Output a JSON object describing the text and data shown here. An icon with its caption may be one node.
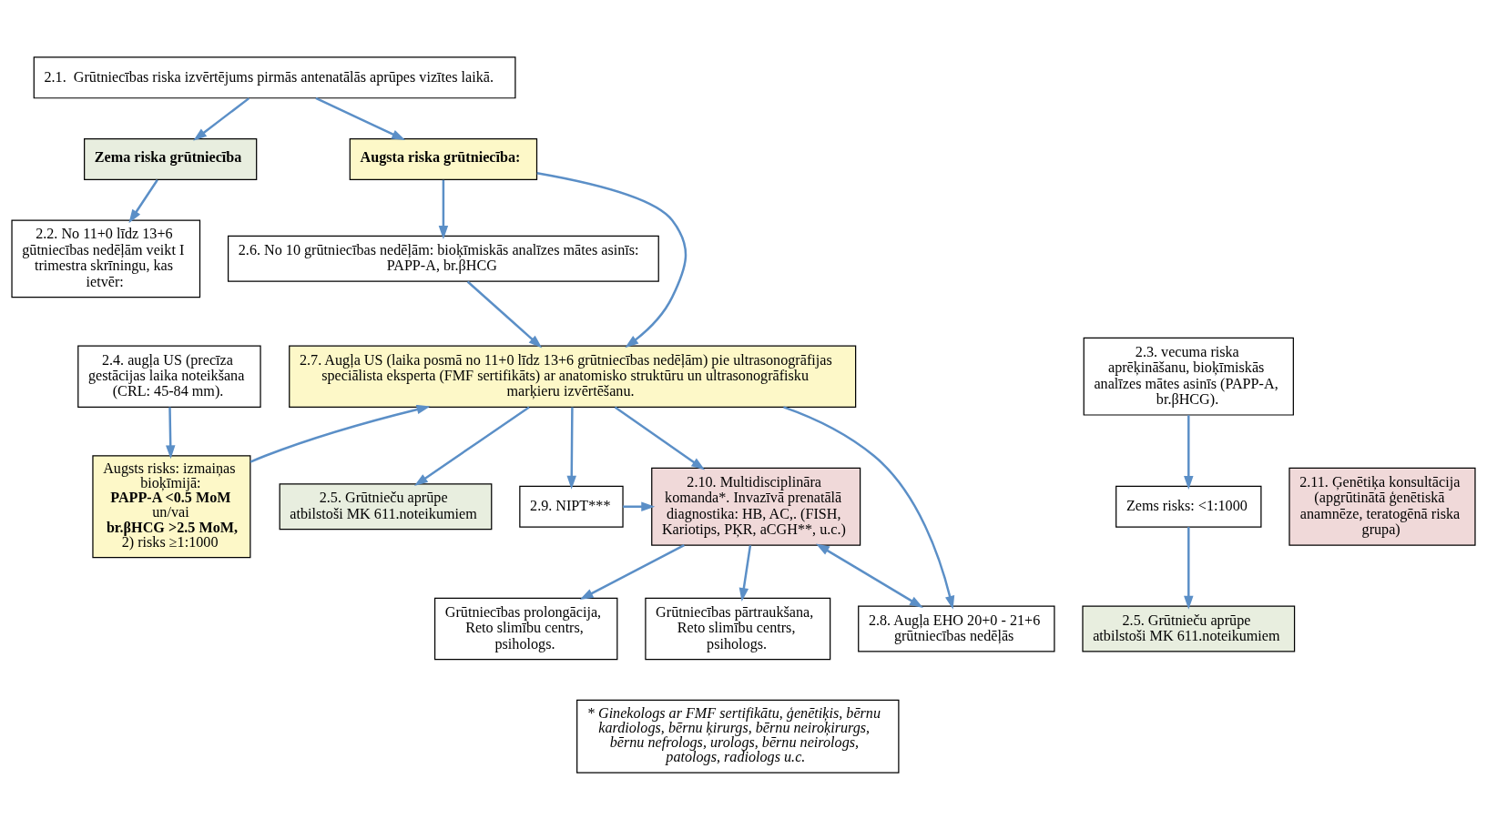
{
  "diagram": {
    "nodes": [
      {
        "text": [
          "2.1.  Grūtniecības riska izvērtējums pirmās antenatālās aprūpes vizītes laikā."
        ]
      },
      {
        "text": [
          "Zema riska grūtniecība"
        ]
      },
      {
        "text": [
          "Augsta riska grūtniecība:"
        ]
      },
      {
        "text": [
          "2.2. No 11+0 līdz 13+6 gūtniecības nedēļām veikt I trimestra skrīningu, kas ietvēr:"
        ]
      },
      {
        "text": [
          "2.3. vecuma riska aprēķināšanu, bioķīmiskās analīzes mātes asinīs (PAPP-A, br.βHCG)."
        ]
      },
      {
        "text": [
          "2.4. augļa US (precīza gestācijas laika noteikšana (CRL: 45-84 mm)."
        ]
      },
      {
        "text": [
          "Zems risks: <1:1000"
        ]
      },
      {
        "text": [
          "Augsts risks: izmaiņas bioķīmijā:",
          "PAPP-A <0.5 MoM",
          "un/vai",
          "br.βHCG >2.5 MoM,",
          "2) risks ≥1:1000"
        ]
      },
      {
        "text": [
          "2.5. Grūtnieču aprūpe atbilstoši MK 611.noteikumiem"
        ]
      },
      {
        "text": [
          "2.6. No 10 grūtniecības nedēļām: bioķīmiskās analīzes mātes asinīs: PAPP-A, br.βHCG"
        ]
      },
      {
        "text": [
          "2.7. Augļa US (laika posmā no 11+0 līdz 13+6 grūtniecības nedēļām) pie ultrasonogrāfijas speciālista eksperta (FMF sertifikāts) ar anatomisko struktūru un ultrasonogrāfisku marķieru izvērtēšanu."
        ]
      },
      {
        "text": [
          "2.5. Grūtnieču aprūpe atbilstoši MK 611.noteikumiem"
        ]
      },
      {
        "text": [
          "2.9. NIPT***"
        ]
      },
      {
        "text": [
          "2.10. Multidisciplināra komanda*. Invazīvā prenatālā diagnostika: HB, AC,. (FISH, Kariotips, PĶR, aCGH**, u.c.)"
        ]
      },
      {
        "text": [
          "2.11. Ģenētiķa konsultācija (apgrūtinātā ģenētiskā anamnēze, teratogēnā riska grupa)"
        ]
      },
      {
        "text": [
          "2.8. Augļa EHO 20+0 - 21+6 grūtniecības nedēļās"
        ]
      },
      {
        "text": [
          "Grūtniecības prolongācija, Reto slimību centrs, psihologs."
        ]
      },
      {
        "text": [
          "Grūtniecības pārtraukšana, Reto slimību centrs, psihologs."
        ]
      },
      {
        "text": [
          "* Ginekologs ar FMF sertifikātu, ģenētiķis, bērnu kardiologs, bērnu ķirurgs, bērnu neiroķirurgs, bērnu nefrologs, urologs, bērnu neirologs, patologs, radiologs u.c."
        ]
      }
    ],
    "edges": [
      {
        "from": 0,
        "to": 1,
        "arrow": "to"
      },
      {
        "from": 0,
        "to": 2,
        "arrow": "to"
      },
      {
        "from": 1,
        "to": 3,
        "arrow": "to"
      },
      {
        "from": 4,
        "to": 6,
        "arrow": "to"
      },
      {
        "from": 5,
        "to": 7,
        "arrow": "to"
      },
      {
        "from": 6,
        "to": 8,
        "arrow": "to"
      },
      {
        "from": 7,
        "to": 10,
        "arrow": "to"
      },
      {
        "from": 2,
        "to": 9,
        "arrow": "to"
      },
      {
        "from": 2,
        "to": 10,
        "arrow": "to"
      },
      {
        "from": 9,
        "to": 10,
        "arrow": "to"
      },
      {
        "from": 10,
        "to": 11,
        "arrow": "to"
      },
      {
        "from": 10,
        "to": 15,
        "arrow": "to"
      },
      {
        "from": 10,
        "to": 12,
        "arrow": "to"
      },
      {
        "from": 10,
        "to": 13,
        "arrow": "to"
      },
      {
        "from": 12,
        "to": 13,
        "arrow": "to"
      },
      {
        "from": 15,
        "to": 13,
        "arrow": "both"
      },
      {
        "from": 13,
        "to": 16,
        "arrow": "to"
      },
      {
        "from": 13,
        "to": 17,
        "arrow": "to"
      }
    ]
  }
}
